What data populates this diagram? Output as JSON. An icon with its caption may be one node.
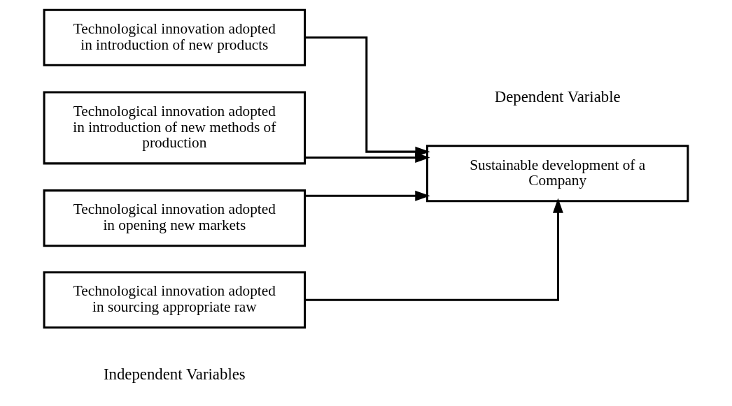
{
  "diagram": {
    "nodes": [
      {
        "text": [
          "Technological innovation adopted in introduction of new products"
        ]
      },
      {
        "text": [
          "Technological innovation adopted in introduction of new methods of production"
        ]
      },
      {
        "text": [
          "Technological innovation adopted in opening new markets"
        ]
      },
      {
        "text": [
          "Technological innovation adopted in sourcing appropriate raw"
        ]
      },
      {
        "text": [
          "Sustainable development of a Company"
        ]
      }
    ],
    "edges": [
      {
        "from": 0,
        "to": 4,
        "arrow": "to"
      },
      {
        "from": 1,
        "to": 4,
        "arrow": "to"
      },
      {
        "from": 2,
        "to": 4,
        "arrow": "to"
      },
      {
        "from": 3,
        "to": 4,
        "arrow": "to"
      }
    ],
    "labels": [
      "Independent Variables",
      "Dependent Variable"
    ]
  }
}
